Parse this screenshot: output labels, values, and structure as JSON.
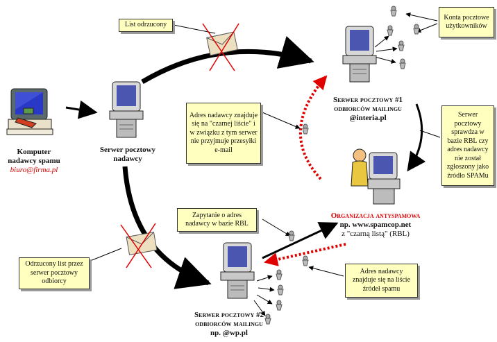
{
  "notes": {
    "rejected_letter": "List odrzucony",
    "user_accounts": "Konta pocztowe użytkowników",
    "blacklist_info": "Adres nadawcy znajduje się na \"czarnej liście\" i w związku z tym serwer nie przyjmuje przesyłki e-mail",
    "rbl_check": "Serwer pocztowy sprawdza w bazie RBL czy adres nadawcy nie został zgłoszony jako źródło SPAMu",
    "rbl_query": "Zapytanie o adres nadawcy w bazie RBL",
    "rejected_by_server": "Odrzucony list przez serwer pocztowy odbiorcy",
    "spam_source": "Adres nadawcy znajduje się na liście źródeł spamu"
  },
  "labels": {
    "sender": {
      "line1": "Komputer",
      "line2": "nadawcy spamu",
      "email": "biuro@firma.pl"
    },
    "sender_server": {
      "line1": "Serwer pocztowy",
      "line2": "nadawcy"
    },
    "server1": {
      "line1": "Serwer pocztowy #1",
      "line2": "odbiorców mailingu",
      "line3": "@interia.pl"
    },
    "antispam": {
      "line1": "Organizacja antyspamowa",
      "line2": "np. www.spamcop.net",
      "line3": "z \"czarną listą\" (RBL)"
    },
    "server2": {
      "line1": "Serwer pocztowy #2",
      "line2": "odbiorców mailingu",
      "line3": "np. @wp.pl"
    }
  },
  "colors": {
    "note_bg": "#ffffc0",
    "accent_red": "#e00000",
    "arrow": "#000000"
  },
  "icons": [
    "computer-icon",
    "server-icon",
    "envelope-icon",
    "user-account-icon",
    "antispam-operator-icon"
  ]
}
